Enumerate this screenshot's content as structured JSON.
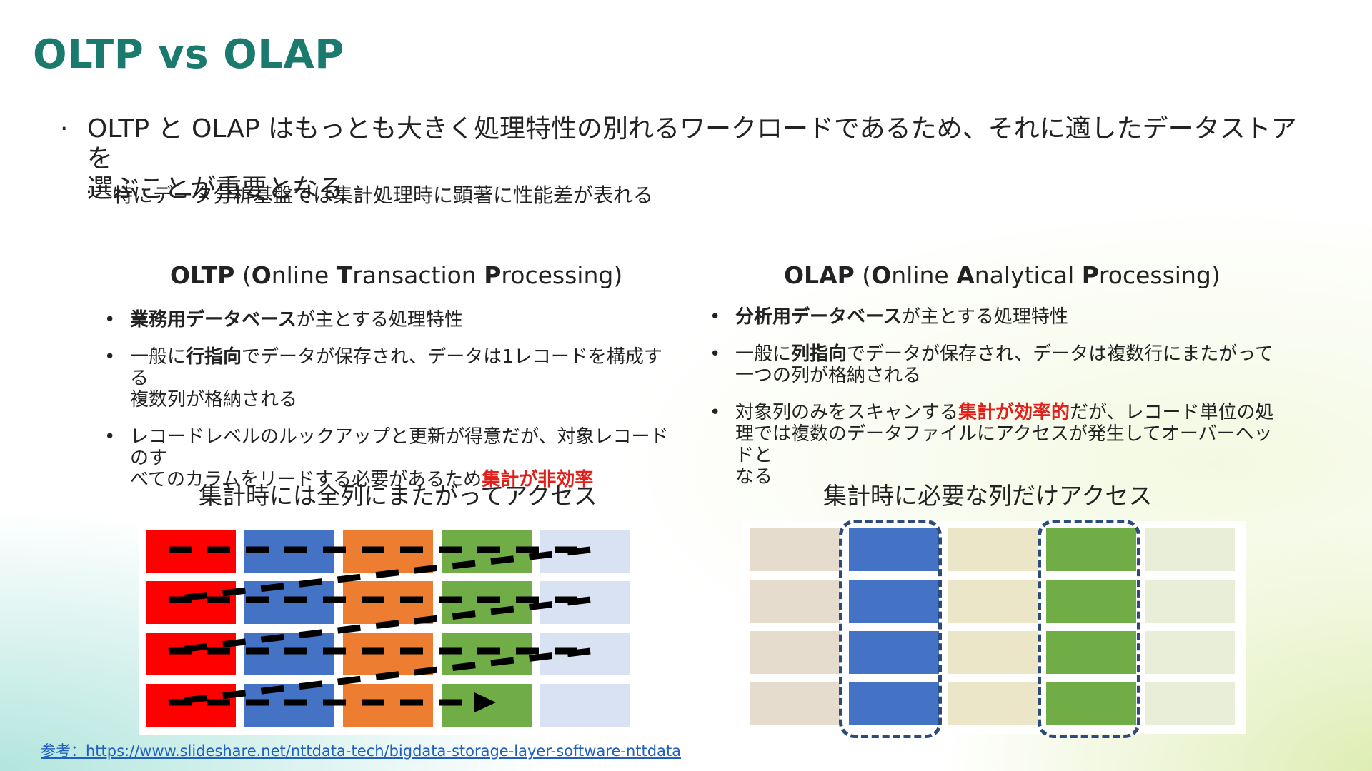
{
  "slide": {
    "title": "OLTP vs OLAP",
    "intro": {
      "main_line1": "OLTP と OLAP はもっとも大きく処理特性の別れるワークロードであるため、それに適したデータストアを",
      "main_line2": "選ぶことが重要となる",
      "sub": "特にデータ分析基盤では集計処理時に顕著に性能差が表れる"
    },
    "oltp": {
      "heading_abbr": "OLTP",
      "heading_o": "O",
      "heading_nline": "nline ",
      "heading_t": "T",
      "heading_ransaction": "ransaction ",
      "heading_p": "P",
      "heading_rocessing": "rocessing",
      "bullets": [
        {
          "b": "業務用データベース",
          "t": "が主とする処理特性"
        },
        {
          "t1": "一般に",
          "b": "行指向",
          "t2": "でデータが保存され、データは1レコードを構成する",
          "t3": "複数列が格納される"
        },
        {
          "t1": "レコードレベルのルックアップと更新が得意だが、対象レコードのす",
          "t2": "べてのカラムをリードする必要があるため",
          "red": "集計が非効率"
        }
      ],
      "caption": "集計時には全列にまたがってアクセス"
    },
    "olap": {
      "heading_abbr": "OLAP",
      "heading_o": "O",
      "heading_nline": "nline ",
      "heading_a": "A",
      "heading_nalytical": "nalytical ",
      "heading_p": "P",
      "heading_rocessing": "rocessing",
      "bullets": [
        {
          "b": "分析用データベース",
          "t": "が主とする処理特性"
        },
        {
          "t1": "一般に",
          "b": "列指向",
          "t2": "でデータが保存され、データは複数行にまたがって",
          "t3": "一つの列が格納される"
        },
        {
          "t1": "対象列のみをスキャンする",
          "red": "集計が効率的",
          "t2": "だが、レコード単位の処",
          "t3": "理では複数のデータファイルにアクセスが発生してオーバーヘッドと",
          "t4": "なる"
        }
      ],
      "caption": "集計時に必要な列だけアクセス"
    },
    "reference": "参考：https://www.slideshare.net/nttdata-tech/bigdata-storage-layer-software-nttdata",
    "colors": {
      "title": "#1a7a6e",
      "accent_red": "#e0201a",
      "oltp_cols": [
        "#ff0000",
        "#4472c4",
        "#ed7d31",
        "#70ad47",
        "#d9e2f3"
      ],
      "olap_cols": [
        "#e6dccd",
        "#4472c4",
        "#ece6c8",
        "#70ad47",
        "#e8eed8"
      ],
      "dashed": "#2c4a7a",
      "link": "#1f5fbf"
    }
  }
}
